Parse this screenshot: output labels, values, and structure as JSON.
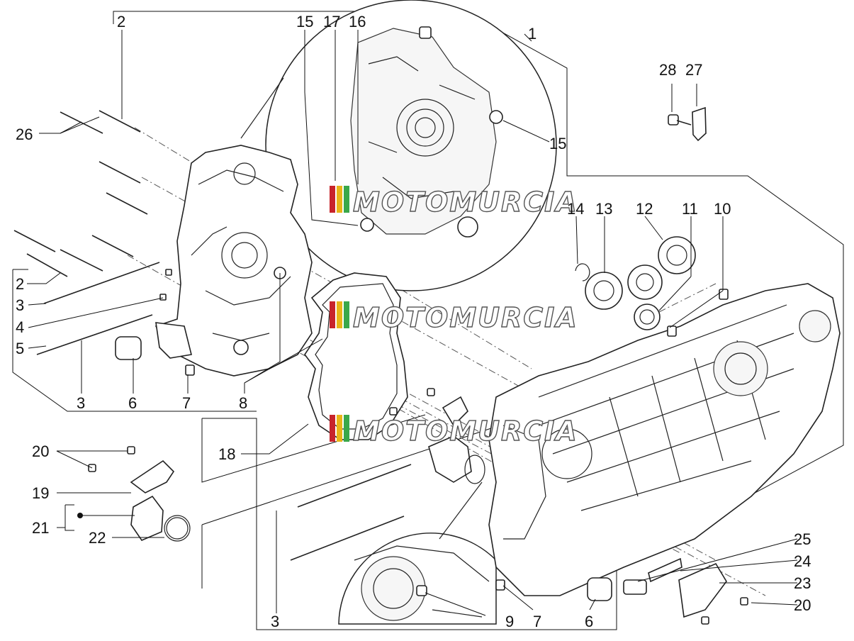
{
  "labels": {
    "l1": "1",
    "l2a": "2",
    "l2b": "2",
    "l3a": "3",
    "l3b": "3",
    "l3c": "3",
    "l4": "4",
    "l5": "5",
    "l6a": "6",
    "l6b": "6",
    "l7a": "7",
    "l7b": "7",
    "l8": "8",
    "l9": "9",
    "l10": "10",
    "l11": "11",
    "l12": "12",
    "l13": "13",
    "l14": "14",
    "l15a": "15",
    "l15b": "15",
    "l16": "16",
    "l17": "17",
    "l18": "18",
    "l19": "19",
    "l20a": "20",
    "l20b": "20",
    "l21": "21",
    "l22": "22",
    "l23": "23",
    "l24": "24",
    "l25": "25",
    "l26": "26",
    "l27": "27",
    "l28": "28"
  },
  "watermark": {
    "text": "MOTOMURCIA",
    "stripe_colors": [
      "#c8242b",
      "#e9b517",
      "#3aa84a"
    ]
  }
}
